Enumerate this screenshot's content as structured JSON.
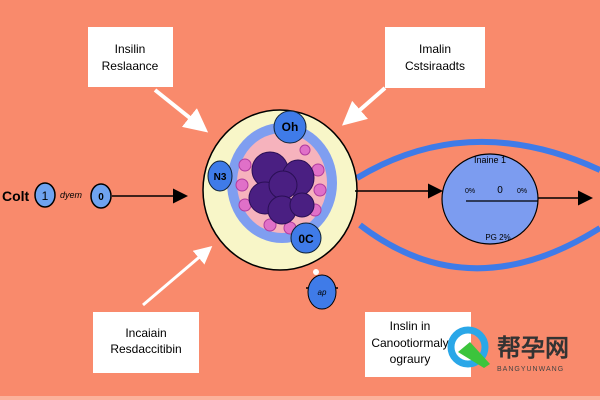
{
  "labels": {
    "top_left": [
      "Insilin",
      "Reslaance"
    ],
    "top_right": [
      "Imalin",
      "Cstsiraadts"
    ],
    "bottom_left": [
      "Incaiain",
      "Resdaccitibin"
    ],
    "bottom_right": [
      "Inslin in",
      "Canootiormaly",
      "ograury"
    ]
  },
  "left_chain": {
    "start_label": "Colt",
    "node1": "1",
    "mid_label": "dyem",
    "node2": "0"
  },
  "cell": {
    "top_node": "Oh",
    "left_node": "N3",
    "bottom_node": "0C",
    "below_node": "ap"
  },
  "right_circle": {
    "title": "Inaine 1",
    "scale_left": "0%",
    "scale_mid": "0",
    "scale_right": "0%",
    "bottom": "PG 2%"
  },
  "watermark": {
    "name": "帮孕网",
    "sub": "BANGYUNWANG"
  },
  "colors": {
    "background": "#f98a6c",
    "blue": "#3f7be8",
    "cell_outer": "#f8f6c8",
    "purple": "#4a1f82"
  }
}
